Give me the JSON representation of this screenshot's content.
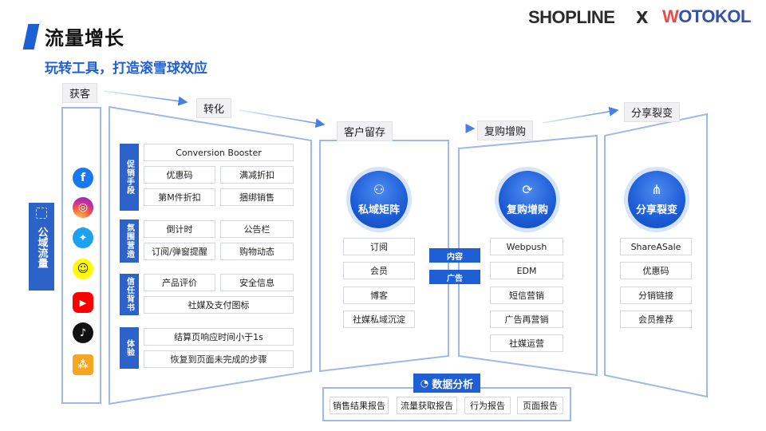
{
  "header": {
    "title": "流量增长",
    "subtitle": "玩转工具，打造滚雪球效应",
    "brand_left": "SHOPLINE",
    "brand_x": "X",
    "brand_right_first": "W",
    "brand_right_rest": "OTOKOL"
  },
  "stages": {
    "acquire": "获客",
    "convert": "转化",
    "retain": "客户留存",
    "repurchase": "复购增购",
    "share": "分享裂变"
  },
  "side_label": "公域流量",
  "social_icons": [
    "facebook-icon",
    "instagram-icon",
    "twitter-icon",
    "snapchat-icon",
    "youtube-icon",
    "tiktok-icon",
    "share-network-icon"
  ],
  "conversion": {
    "groups": [
      {
        "tag": "促销手段",
        "items": [
          "Conversion Booster",
          "优惠码",
          "满减折扣",
          "第M件折扣",
          "捆绑销售"
        ]
      },
      {
        "tag": "氛围营造",
        "items": [
          "倒计时",
          "公告栏",
          "订阅/弹窗提醒",
          "购物动态"
        ]
      },
      {
        "tag": "信任背书",
        "items": [
          "产品评价",
          "安全信息",
          "社媒及支付图标"
        ]
      },
      {
        "tag": "体验",
        "items": [
          "结算页响应时间小于1s",
          "恢复到页面未完成的步骤"
        ]
      }
    ]
  },
  "private_domain": {
    "title": "私域矩阵",
    "items": [
      "订阅",
      "会员",
      "博客",
      "社媒私域沉淀"
    ]
  },
  "bridge": {
    "content": "内容",
    "ads": "广告"
  },
  "repurchase": {
    "title": "复购增购",
    "items": [
      "Webpush",
      "EDM",
      "短信营销",
      "广告再营销",
      "社媒运营"
    ]
  },
  "share": {
    "title": "分享裂变",
    "items": [
      "ShareASale",
      "优惠码",
      "分销链接",
      "会员推荐"
    ]
  },
  "data_analysis": {
    "title": "数据分析",
    "items": [
      "销售结果报告",
      "流量获取报告",
      "行为报告",
      "页面报告"
    ]
  },
  "colors": {
    "accent": "#1f5fd6",
    "panel_border": "#9fb9e6",
    "circle_glow": "#d6e4fb"
  }
}
